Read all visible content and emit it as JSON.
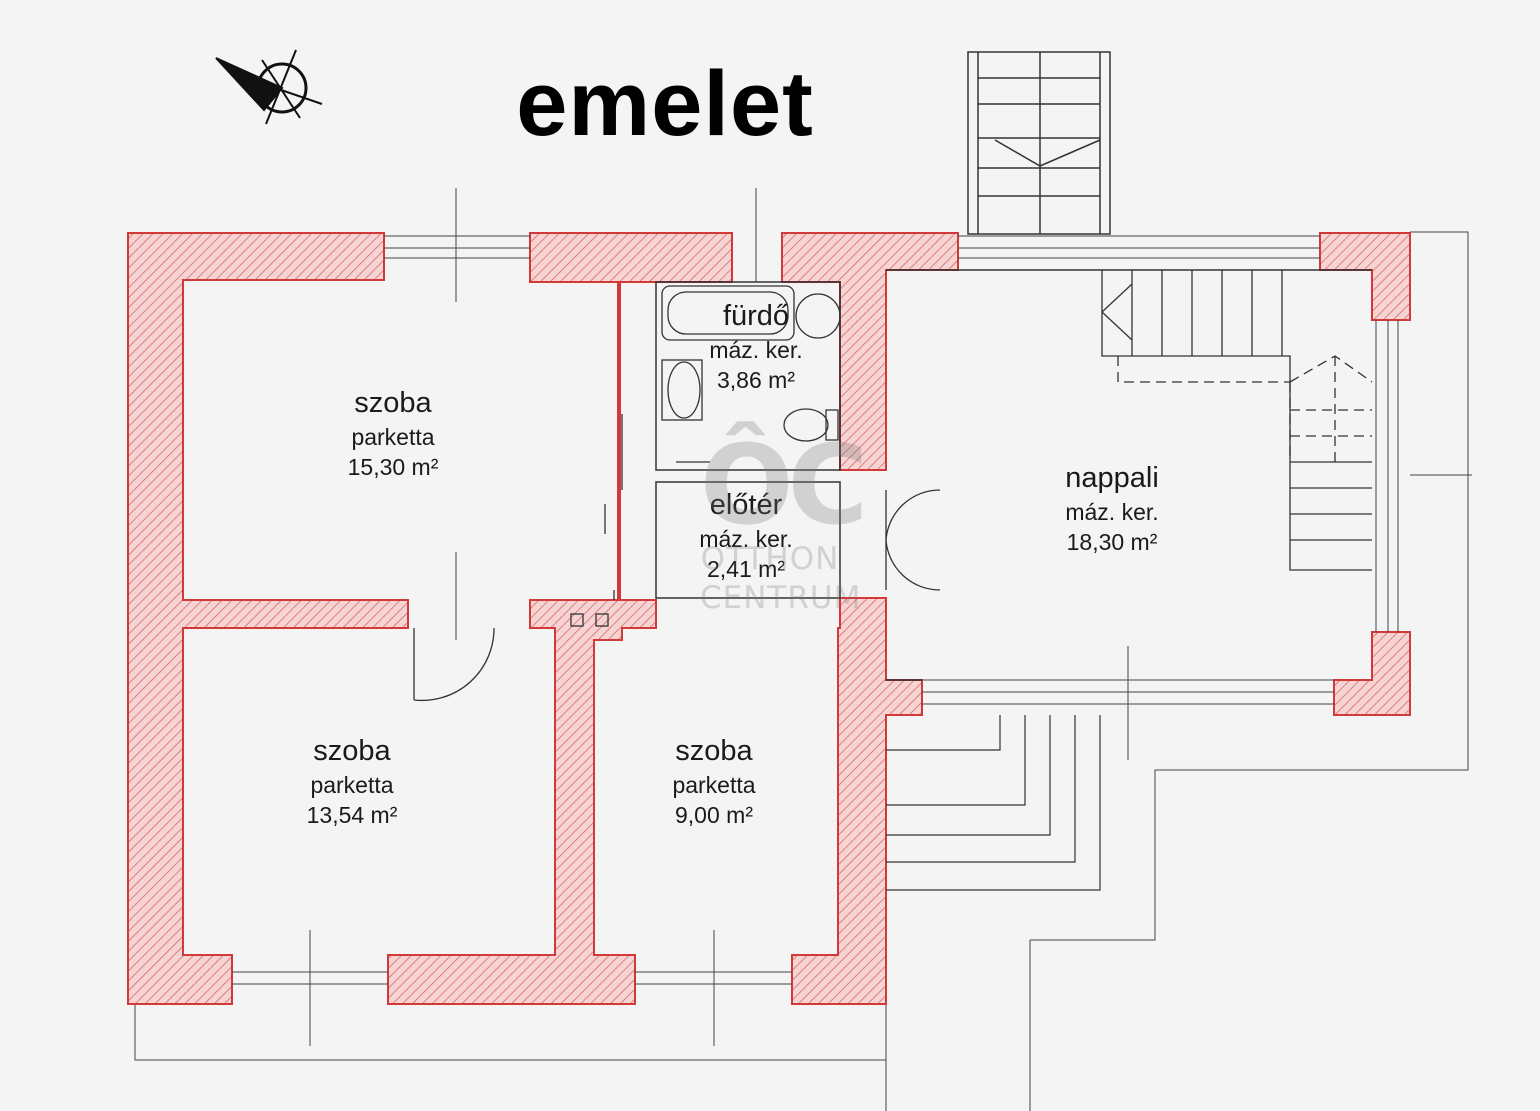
{
  "title": "emelet",
  "rooms": [
    {
      "id": "szoba-1",
      "name": "szoba",
      "floor": "parketta",
      "area": "15,30 m²"
    },
    {
      "id": "furdo",
      "name": "fürdő",
      "floor": "máz. ker.",
      "area": "3,86 m²"
    },
    {
      "id": "eloter",
      "name": "előtér",
      "floor": "máz. ker.",
      "area": "2,41 m²"
    },
    {
      "id": "nappali",
      "name": "nappali",
      "floor": "máz. ker.",
      "area": "18,30 m²"
    },
    {
      "id": "szoba-2",
      "name": "szoba",
      "floor": "parketta",
      "area": "13,54 m²"
    },
    {
      "id": "szoba-3",
      "name": "szoba",
      "floor": "parketta",
      "area": "9,00 m²"
    }
  ],
  "watermark": {
    "logo": "ÔC",
    "line1": "OTTHON",
    "line2": "CENTRUM"
  },
  "icons": {
    "compass": "compass-icon"
  },
  "colors": {
    "wall_stroke": "#d23a3a",
    "wall_fill": "#f2c8c8",
    "line": "#222222",
    "background": "#f4f4f4"
  }
}
